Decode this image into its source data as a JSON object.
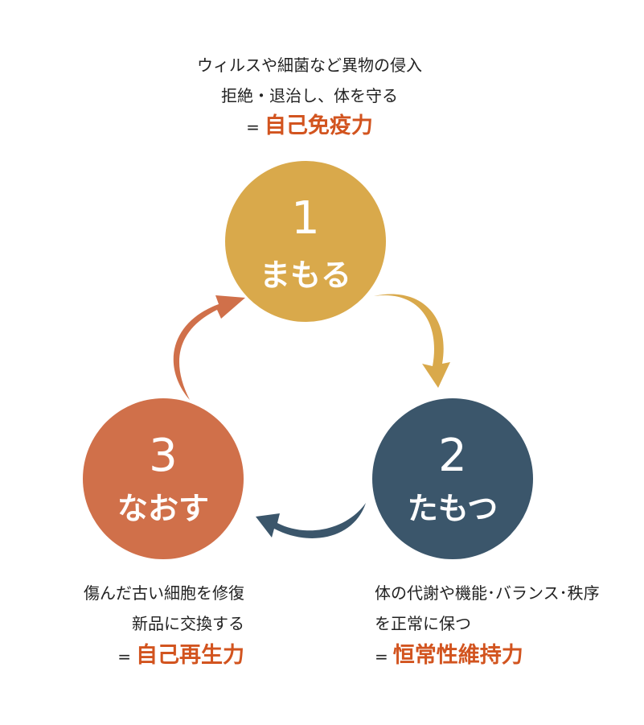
{
  "colors": {
    "step1": "#d9a94b",
    "step2": "#3b566b",
    "step3": "#d0704a",
    "accent": "#d2541f"
  },
  "steps": [
    {
      "number": "1",
      "label": "まもる",
      "desc": [
        "ウィルスや細菌など異物の侵入",
        "拒絶・退治し、体を守る"
      ],
      "eq": "=",
      "result": "自己免疫力"
    },
    {
      "number": "2",
      "label": "たもつ",
      "desc": [
        "体の代謝や機能･バランス･秩序",
        "を正常に保つ"
      ],
      "eq": "=",
      "result": "恒常性維持力"
    },
    {
      "number": "3",
      "label": "なおす",
      "desc": [
        "傷んだ古い細胞を修復",
        "新品に交換する"
      ],
      "eq": "=",
      "result": "自己再生力"
    }
  ]
}
